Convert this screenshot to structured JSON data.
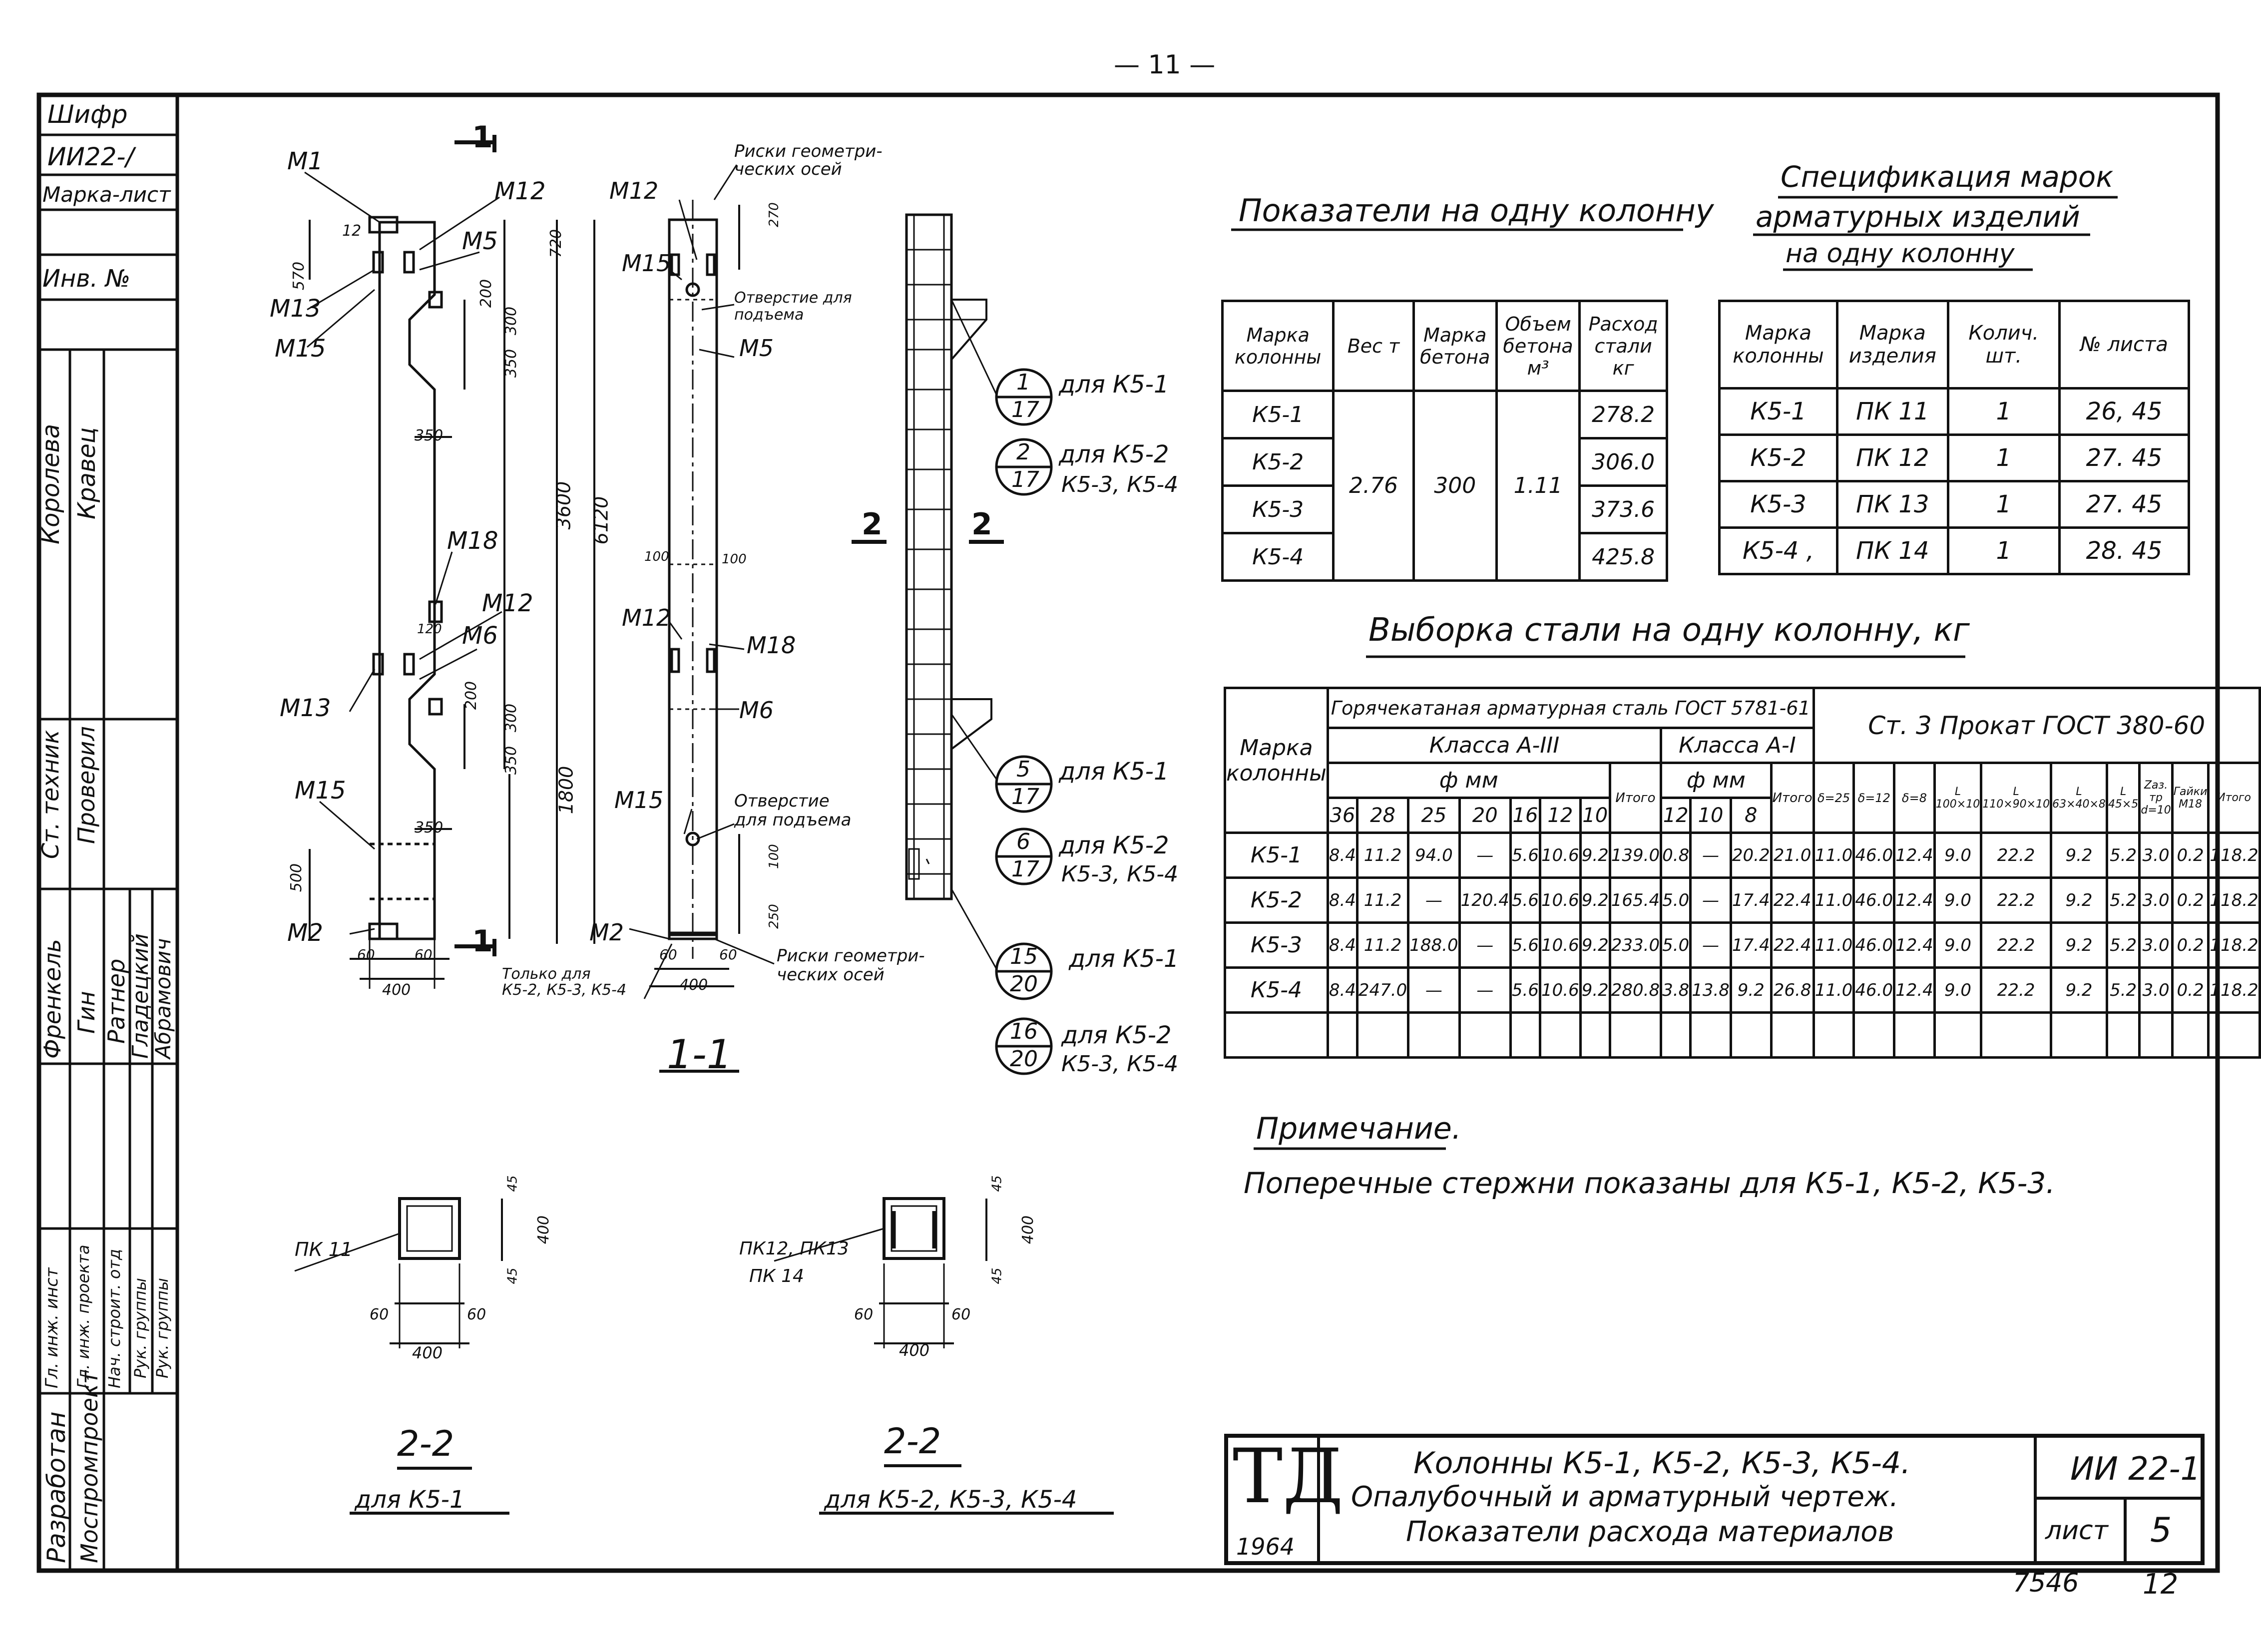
{
  "page_number": "— 11 —",
  "stamp_left": {
    "shifr_label": "Шифр",
    "shifr_value": "ИИ22-/",
    "marka_list": "Марка-лист",
    "inv_no": "Инв. №",
    "roles": [
      "Гл. инж. инст",
      "Гл. инж. проекта",
      "Нач. строит. отд",
      "Рук. группы",
      "Рук. группы"
    ],
    "names_col1": [
      "Френкель",
      "Гин",
      "Ратнер",
      "Гладецкий",
      "Абрамович"
    ],
    "names_col2": [
      "Королева",
      "Кравец"
    ],
    "role_tech": "Ст. техник",
    "role_check": "Проверил",
    "developed_by": "Разработан",
    "org": "Моспромпроект"
  },
  "elevation_labels": {
    "section_mark_top": "1",
    "section_mark_bottom": "1",
    "m1": "М1",
    "m12a": "М12",
    "m5a": "М5",
    "m13a": "М13",
    "m15a": "М15",
    "m18a": "М18",
    "m12b": "М12",
    "m6a": "М6",
    "m13b": "М13",
    "m15b": "М15",
    "m2a": "М2",
    "dim_12": "12",
    "dim_570": "570",
    "dim_720": "720",
    "dim_200a": "200",
    "dim_300a": "300",
    "dim_350a": "350",
    "dim_350b": "350",
    "dim_3600": "3600",
    "dim_6120": "6120",
    "dim_120": "120",
    "dim_200b": "200",
    "dim_300b": "300",
    "dim_350c": "350",
    "dim_1800": "1800",
    "dim_350d": "350",
    "dim_500": "500",
    "dim_60a": "60",
    "dim_60b": "60",
    "dim_400": "400"
  },
  "section11_labels": {
    "m12": "М12",
    "m15": "М15",
    "m5": "М5",
    "m12b": "М12",
    "m18": "М18",
    "m6": "М6",
    "m15b": "М15",
    "m2": "М2",
    "riski_top": "Риски геометри-\nческих осей",
    "otv_top": "Отверстие для\nподъема",
    "otv_bottom": "Отверстие\nдля подъема",
    "riski_bottom": "Риски геометри-\nческих осей",
    "tolko": "Только для\nК5-2, К5-3, К5-4",
    "dim_100a": "100",
    "dim_100b": "100",
    "dim_60a": "60",
    "dim_60b": "60",
    "dim_400": "400",
    "dim_250": "250",
    "dim_270": "270",
    "dim_100c": "100",
    "title": "1-1"
  },
  "section22_marks": {
    "left": "2",
    "right": "2"
  },
  "callouts": [
    {
      "top": "1",
      "bottom": "17",
      "text": "для К5-1",
      "text2": ""
    },
    {
      "top": "2",
      "bottom": "17",
      "text": "для К5-2",
      "text2": "К5-3, К5-4"
    },
    {
      "top": "5",
      "bottom": "17",
      "text": "для К5-1",
      "text2": ""
    },
    {
      "top": "6",
      "bottom": "17",
      "text": "для К5-2",
      "text2": "К5-3, К5-4"
    },
    {
      "top": "15",
      "bottom": "20",
      "text": "для К5-1",
      "text2": ""
    },
    {
      "top": "16",
      "bottom": "20",
      "text": "для К5-2",
      "text2": "К5-3, К5-4"
    }
  ],
  "small_sections": [
    {
      "label": "ПК 11",
      "label2": "",
      "title": "2-2",
      "subtitle": "для К5-1",
      "d45a": "45",
      "d45b": "45",
      "d400v": "400",
      "d60a": "60",
      "d60b": "60",
      "d400h": "400"
    },
    {
      "label": "ПК12, ПК13",
      "label2": "ПК 14",
      "title": "2-2",
      "subtitle": "для К5-2, К5-3, К5-4",
      "d45a": "45",
      "d45b": "45",
      "d400v": "400",
      "d60a": "60",
      "d60b": "60",
      "d400h": "400"
    }
  ],
  "indicators": {
    "title": "Показатели на одну колонну",
    "headers": [
      "Марка колонны",
      "Вес т",
      "Марка бетона",
      "Объем бетона м³",
      "Расход стали кг"
    ],
    "rows": [
      {
        "mark": "К5-1",
        "steel": "278.2"
      },
      {
        "mark": "К5-2",
        "steel": "306.0"
      },
      {
        "mark": "К5-3",
        "steel": "373.6"
      },
      {
        "mark": "К5-4",
        "steel": "425.8"
      }
    ],
    "weight": "2.76",
    "concrete": "300",
    "volume": "1.11"
  },
  "specification": {
    "title_line1": "Спецификация марок",
    "title_line2": "арматурных изделий",
    "title_line3": "на одну колонну",
    "headers": [
      "Марка колонны",
      "Марка изделия",
      "Колич. шт.",
      "№ листа"
    ],
    "rows": [
      [
        "К5-1",
        "ПК 11",
        "1",
        "26, 45"
      ],
      [
        "К5-2",
        "ПК 12",
        "1",
        "27. 45"
      ],
      [
        "К5-3",
        "ПК 13",
        "1",
        "27. 45"
      ],
      [
        "К5-4 ,",
        "ПК 14",
        "1",
        "28. 45"
      ]
    ]
  },
  "steel": {
    "title": "Выборка стали на одну колонну, кг",
    "h_mark": "Марка колонны",
    "h_hot": "Горячекатаная арматурная сталь ГОСТ 5781-61",
    "h_class3": "Класса А-III",
    "h_class1": "Класса А-I",
    "h_diam": "ф мм",
    "h_total": "Итого",
    "h_prokat": "Ст. 3   Прокат ГОСТ 380-60",
    "cols_a3": [
      "36",
      "28",
      "25",
      "20",
      "16",
      "12",
      "10"
    ],
    "cols_a1": [
      "12",
      "10",
      "8"
    ],
    "cols_prokat": [
      "δ=25",
      "δ=12",
      "δ=8",
      "L 100×10",
      "L 110×90×10",
      "L 63×40×8",
      "L 45×5",
      "Zaз. тр d=10",
      "Гайки М18",
      "Итого"
    ],
    "rows": [
      [
        "К5-1",
        "8.4",
        "11.2",
        "94.0",
        "—",
        "5.6",
        "10.6",
        "9.2",
        "139.0",
        "0.8",
        "—",
        "20.2",
        "21.0",
        "11.0",
        "46.0",
        "12.4",
        "9.0",
        "22.2",
        "9.2",
        "5.2",
        "3.0",
        "0.2",
        "118.2"
      ],
      [
        "К5-2",
        "8.4",
        "11.2",
        "—",
        "120.4",
        "5.6",
        "10.6",
        "9.2",
        "165.4",
        "5.0",
        "—",
        "17.4",
        "22.4",
        "11.0",
        "46.0",
        "12.4",
        "9.0",
        "22.2",
        "9.2",
        "5.2",
        "3.0",
        "0.2",
        "118.2"
      ],
      [
        "К5-3",
        "8.4",
        "11.2",
        "188.0",
        "—",
        "5.6",
        "10.6",
        "9.2",
        "233.0",
        "5.0",
        "—",
        "17.4",
        "22.4",
        "11.0",
        "46.0",
        "12.4",
        "9.0",
        "22.2",
        "9.2",
        "5.2",
        "3.0",
        "0.2",
        "118.2"
      ],
      [
        "К5-4",
        "8.4",
        "247.0",
        "—",
        "—",
        "5.6",
        "10.6",
        "9.2",
        "280.8",
        "3.8",
        "13.8",
        "9.2",
        "26.8",
        "11.0",
        "46.0",
        "12.4",
        "9.0",
        "22.2",
        "9.2",
        "5.2",
        "3.0",
        "0.2",
        "118.2"
      ]
    ]
  },
  "note": {
    "title": "Примечание.",
    "text": "Поперечные стержни показаны для К5-1, К5-2, К5-3."
  },
  "title_block": {
    "logo": "ТД",
    "year": "1964",
    "line1": "Колонны К5-1, К5-2, К5-3, К5-4.",
    "line2": "Опалубочный и арматурный чертеж.",
    "line3": "Показатели расхода материалов",
    "code": "ИИ 22-1",
    "sheet_label": "лист",
    "sheet_no": "5"
  },
  "footer": {
    "left": "7546",
    "right": "12"
  }
}
